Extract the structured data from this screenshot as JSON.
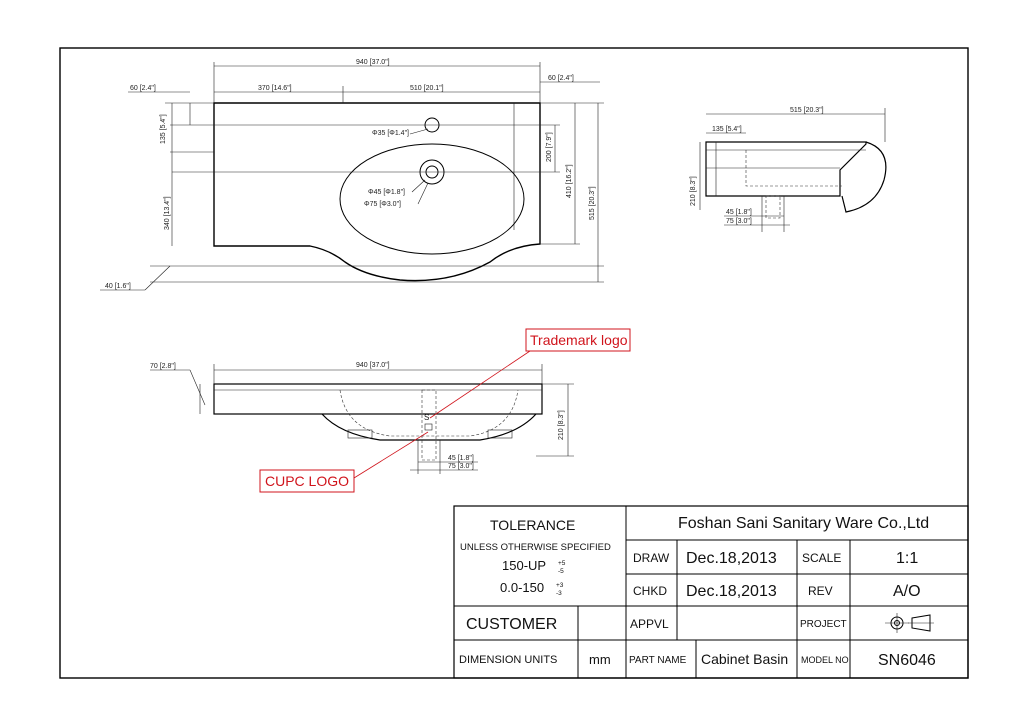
{
  "top_view": {
    "overall_width": "940 [37.0\"]",
    "left_offset": "60 [2.4\"]",
    "right_offset": "60 [2.4\"]",
    "seg_left": "370 [14.6\"]",
    "seg_right": "510 [20.1\"]",
    "height_135": "135 [5.4\"]",
    "height_340": "340 [13.4\"]",
    "depth_200": "200 [7.9\"]",
    "depth_410": "410 [16.2\"]",
    "depth_515": "515 [20.3\"]",
    "bottom_offset": "40 [1.6\"]",
    "hole_35": "Φ35 [Φ1.4\"]",
    "hole_45": "Φ45 [Φ1.8\"]",
    "hole_75": "Φ75 [Φ3.0\"]"
  },
  "side_view": {
    "width": "515 [20.3\"]",
    "offset": "135 [5.4\"]",
    "height": "210 [8.3\"]",
    "drain_45": "45 [1.8\"]",
    "drain_75": "75 [3.0\"]"
  },
  "front_view": {
    "width": "940 [37.0\"]",
    "thickness": "70 [2.8\"]",
    "height": "210 [8.3\"]",
    "drain_45": "45 [1.8\"]",
    "drain_75": "75 [3.0\"]",
    "logo_mark": "S"
  },
  "callouts": {
    "trademark": "Trademark logo",
    "cupc": "CUPC LOGO"
  },
  "title_block": {
    "tolerance_title": "TOLERANCE",
    "tolerance_sub": "UNLESS OTHERWISE SPECIFIED",
    "tol1_range": "150-UP",
    "tol1_upper": "+5",
    "tol1_lower": "-5",
    "tol2_range": "0.0-150",
    "tol2_upper": "+3",
    "tol2_lower": "-3",
    "company": "Foshan Sani Sanitary Ware Co.,Ltd",
    "draw_label": "DRAW",
    "draw_date": "Dec.18,2013",
    "scale_label": "SCALE",
    "scale_value": "1:1",
    "chkd_label": "CHKD",
    "chkd_date": "Dec.18,2013",
    "rev_label": "REV",
    "rev_value": "A/O",
    "customer_label": "CUSTOMER",
    "appvl_label": "APPVL",
    "project_label": "PROJECT",
    "units_label": "DIMENSION UNITS",
    "units_value": "mm",
    "part_name_label": "PART NAME",
    "part_name_value": "Cabinet Basin",
    "model_no_label": "MODEL NO",
    "model_no_value": "SN6046"
  },
  "colors": {
    "line": "#000000",
    "callout_red": "#d0141c"
  }
}
